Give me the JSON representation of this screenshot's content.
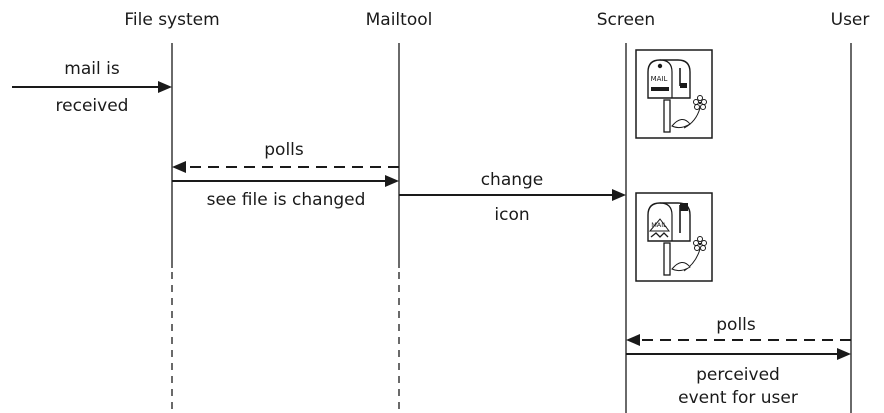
{
  "participants": {
    "file_system": "File system",
    "mailtool": "Mailtool",
    "screen": "Screen",
    "user": "User"
  },
  "messages": {
    "mail_received_1": "mail is",
    "mail_received_2": "received",
    "polls_mailtool": "polls",
    "see_file_changed": "see file is changed",
    "change_icon_1": "change",
    "change_icon_2": "icon",
    "polls_user": "polls",
    "perceived_1": "perceived",
    "perceived_2": "event for user"
  },
  "icons": {
    "mailbox_closed": "mailbox-with-flag-down-icon",
    "mailbox_open": "mailbox-with-flag-up-icon",
    "mailbox_text": "MAIL"
  }
}
